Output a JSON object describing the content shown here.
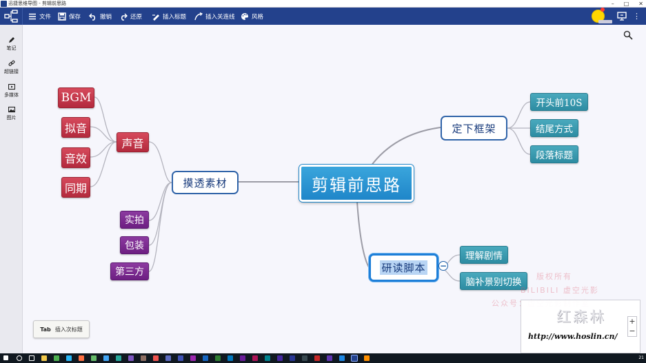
{
  "window": {
    "title": "迅捷思维导图 - 剪辑前思路"
  },
  "toolbar": {
    "file": "文件",
    "save": "保存",
    "undo": "撤销",
    "redo": "还原",
    "insert_topic": "插入标题",
    "insert_link": "插入关连线",
    "style": "风格"
  },
  "sidebar": {
    "items": [
      {
        "label": "笔记",
        "icon": "pen-icon"
      },
      {
        "label": "超链接",
        "icon": "link-icon"
      },
      {
        "label": "多媒体",
        "icon": "media-icon"
      },
      {
        "label": "图片",
        "icon": "image-icon"
      }
    ]
  },
  "mindmap": {
    "central": "剪辑前思路",
    "left_main": "摸透素材",
    "left_sub": {
      "sound": "声音",
      "sound_children": [
        "BGM",
        "拟音",
        "音效",
        "同期"
      ],
      "others": [
        "实拍",
        "包装",
        "第三方"
      ]
    },
    "right_top_main": "定下框架",
    "right_top_children": [
      "开头前10S",
      "结尾方式",
      "段落标题"
    ],
    "right_bottom_main": "研读脚本",
    "right_bottom_children": [
      "理解剧情",
      "脑补景别切换"
    ]
  },
  "hint": {
    "key": "Tab",
    "text": "插入次标题"
  },
  "watermark": {
    "line1": "版权所有",
    "line2": "BILIBILI 虚空光影",
    "line3": "公众号：虚空光影制作室"
  },
  "brand": {
    "name": "红森林",
    "url": "http://www.hoslin.cn/"
  },
  "zoom": {
    "plus": "+",
    "minus": "−"
  },
  "colors": {
    "toolbar": "#23418c",
    "central": "#2b95d3",
    "main_border": "#2f63a8",
    "red_node": "#c2384b",
    "purple_node": "#7a2a8f",
    "teal_node": "#3a9bb0"
  },
  "taskbar": {
    "clock": "21"
  }
}
